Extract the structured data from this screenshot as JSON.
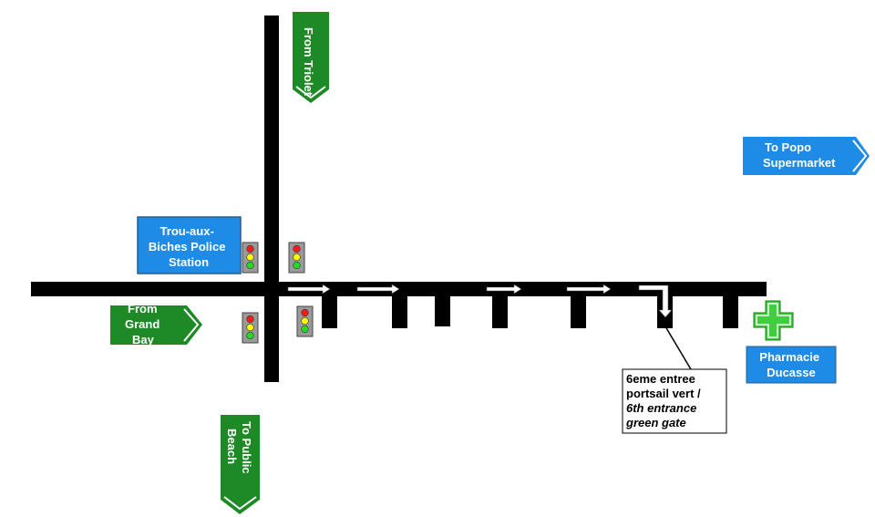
{
  "colors": {
    "road": "#000000",
    "sign_green": "#1d8a25",
    "sign_blue": "#1e8be6",
    "cross_green": "#3fcf3c",
    "arrow_white": "#ffffff",
    "light_red": "#ff1a1a",
    "light_yellow": "#ffff00",
    "light_green": "#22dd22",
    "light_housing": "#9a9a9a"
  },
  "signs": {
    "from_triolet": "From Triolet",
    "from_grand_bay": [
      "From",
      "Grand",
      "Bay"
    ],
    "to_public_beach": [
      "To Public",
      "Beach"
    ],
    "to_popo": [
      "To Popo",
      "Supermarket"
    ],
    "police_station": [
      "Trou-aux-",
      "Biches Police",
      "Station"
    ],
    "pharmacie": [
      "Pharmacie",
      "Ducasse"
    ]
  },
  "callout": {
    "fr": [
      "6eme entree",
      "portsail vert /"
    ],
    "en": [
      "6th entrance",
      "green gate"
    ]
  },
  "icons": {
    "pharmacy": "pharmacy-cross-icon",
    "traffic_light": "traffic-light-icon",
    "direction": "direction-arrow-icon"
  }
}
